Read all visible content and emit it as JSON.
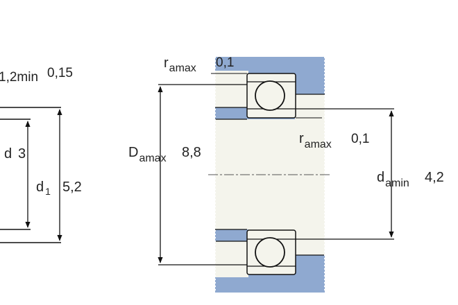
{
  "colors": {
    "housing": "#8fa9d0",
    "ring": "#f4f4ec",
    "line": "#111111",
    "centerline": "#555555",
    "text": "#222222"
  },
  "left_section": {
    "r12_main": "1,2min",
    "r12_value": "0,15",
    "d_main": "d",
    "d_value": "3",
    "d1_main": "d",
    "d1_sub": "1",
    "d1_value": "5,2"
  },
  "abutment": {
    "ra_top_main": "r",
    "ra_top_sub": "amax",
    "ra_top_value": "0,1",
    "Da_main": "D",
    "Da_sub": "amax",
    "Da_value": "8,8",
    "ra_inner_main": "r",
    "ra_inner_sub": "amax",
    "ra_inner_value": "0,1",
    "da_main": "d",
    "da_sub": "amin",
    "da_value": "4,2"
  }
}
